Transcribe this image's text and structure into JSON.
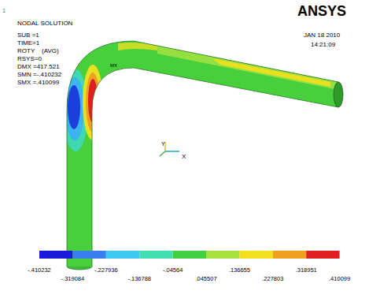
{
  "diagram": {
    "labels": [
      "1",
      "NODAL SOLUTION",
      "SUB =1",
      "TIME=1",
      "ROTY    (AVG)",
      "RSYS=0",
      "DMX =417.521",
      "SMN =-.410232",
      "SMX =.410099",
      "ANSYS",
      "JAN 18 2010",
      "14:21:09",
      "MX",
      "Y",
      "X",
      "-.410232",
      "-.319084",
      "-.227936",
      "-.136788",
      "-.04564",
      ".045507",
      ".136655",
      ".227803",
      ".318951",
      ".410099"
    ]
  }
}
